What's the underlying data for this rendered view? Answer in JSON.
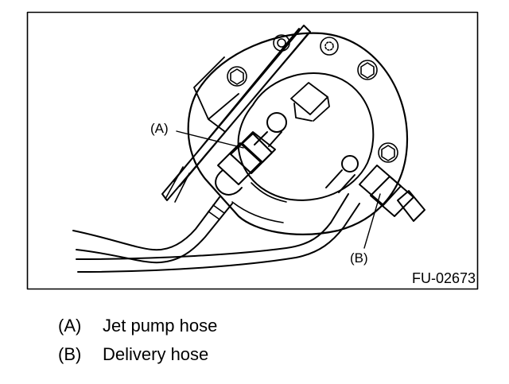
{
  "figure": {
    "code": "FU-02673",
    "callouts": [
      {
        "id": "A",
        "text": "(A)"
      },
      {
        "id": "B",
        "text": "(B)"
      }
    ]
  },
  "legend": [
    {
      "letter": "(A)",
      "label": "Jet pump hose"
    },
    {
      "letter": "(B)",
      "label": "Delivery hose"
    }
  ]
}
